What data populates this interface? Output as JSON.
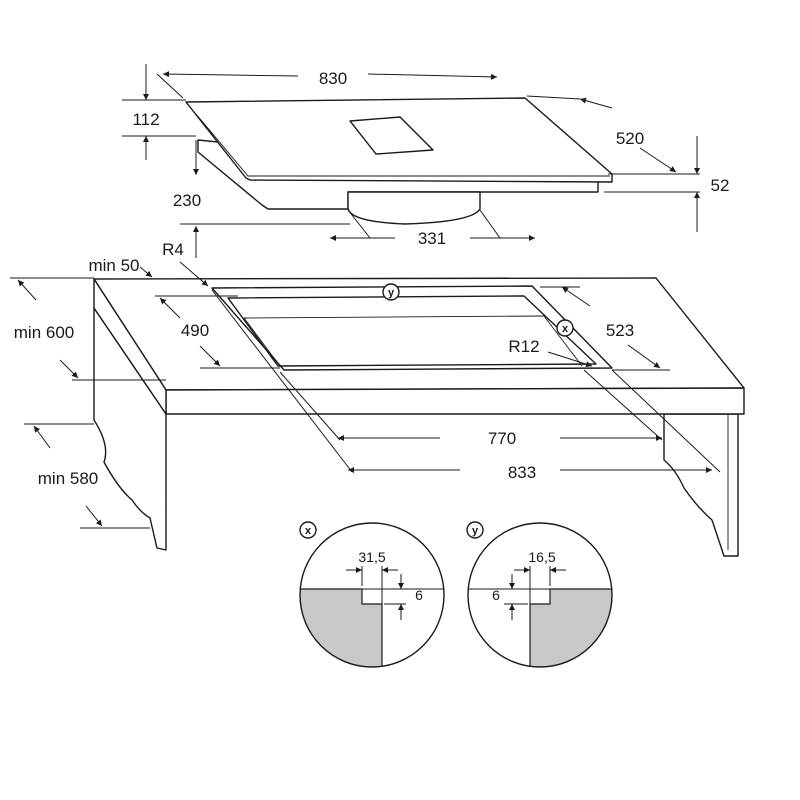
{
  "labels": {
    "hob_width": "830",
    "hob_depth": "520",
    "glass_thickness": "52",
    "top_height": "112",
    "total_height": "230",
    "fan_width": "331",
    "min_back": "min 50",
    "radius_outer": "R4",
    "cutout_depth": "490",
    "frame_depth": "523",
    "radius_inner": "R12",
    "min_side": "min 600",
    "min_below": "min 580",
    "cutout_width": "770",
    "frame_width": "833"
  },
  "details": {
    "x": {
      "marker": "x",
      "width": "31,5",
      "depth": "6"
    },
    "y": {
      "marker": "y",
      "width": "16,5",
      "depth": "6"
    }
  },
  "colors": {
    "stroke": "#1a1a1a",
    "section_fill": "#c8c8c8"
  }
}
